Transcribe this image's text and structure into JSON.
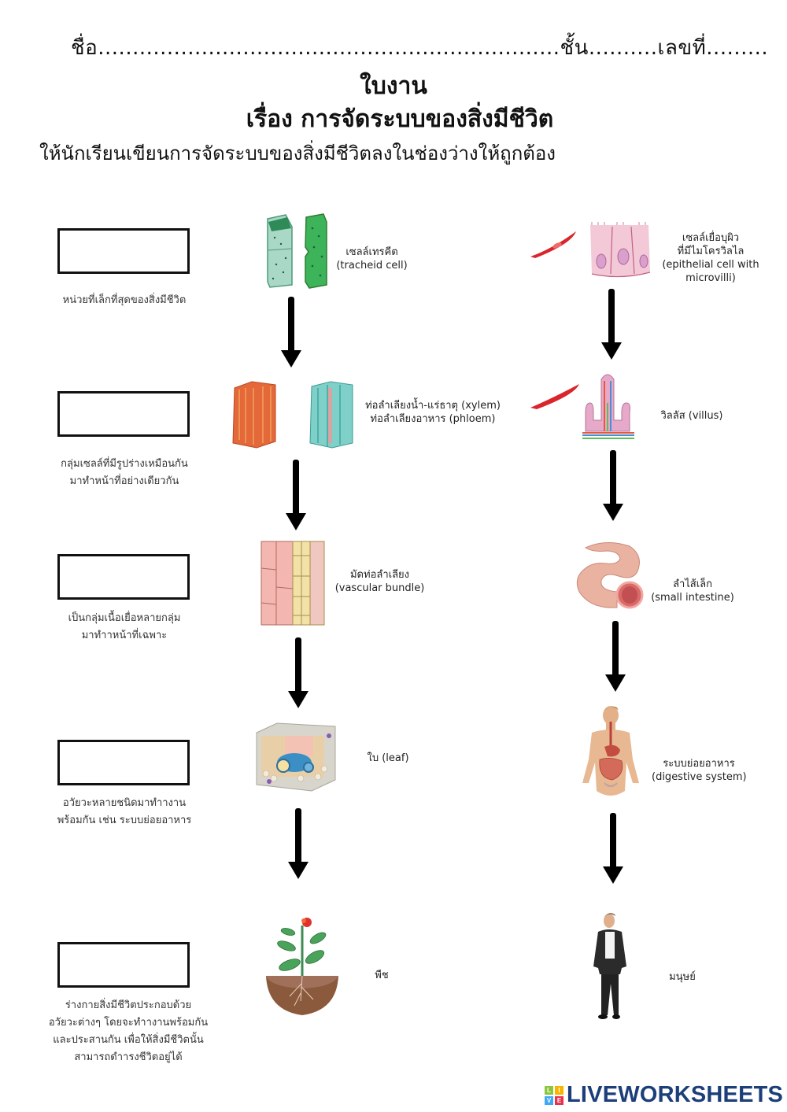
{
  "header": {
    "name_line": "ชื่อ...................................................................ชั้น..........เลขที่.........",
    "title": "ใบงาน",
    "subtitle": "เรื่อง การจัดระบบของสิ่งมีชีวิต",
    "instruction": "ให้นักเรียนเขียนการจัดระบบของสิ่งมีชีวิตลงในช่องว่างให้ถูกต้อง"
  },
  "levels": [
    {
      "answer_value": "",
      "description": [
        "หน่วยที่เล็กที่สุดของสิ่งมีชีวิต"
      ],
      "plant": {
        "label_th": "เซลล์เทรคีต",
        "label_en": "(tracheid cell)",
        "image": "tracheid-cell-image"
      },
      "human": {
        "label_lines": [
          "เซลล์เยื่อบุผิว",
          "ที่มีไมโครวิลไล",
          "(epithelial cell with",
          "microvilli)"
        ],
        "image": "epithelial-cell-image"
      }
    },
    {
      "answer_value": "",
      "description": [
        "กลุ่มเซลล์ที่มีรูปร่างเหมือนกัน",
        "มาทำหน้าที่อย่างเดียวกัน"
      ],
      "plant": {
        "label_lines": [
          "ท่อลำเลียงน้ำ-แร่ธาตุ (xylem)",
          "ท่อลำเลียงอาหาร (phloem)"
        ],
        "image": "xylem-phloem-image"
      },
      "human": {
        "label_lines": [
          "วิลลัส (villus)"
        ],
        "image": "villus-image"
      }
    },
    {
      "answer_value": "",
      "description": [
        "เป็นกลุ่มเนื้อเยื่อหลายกลุ่ม",
        "มาทำาหน้าที่เฉพาะ"
      ],
      "plant": {
        "label_lines": [
          "มัดท่อลำเลียง",
          "(vascular bundle)"
        ],
        "image": "vascular-bundle-image"
      },
      "human": {
        "label_lines": [
          "ลำไส้เล็ก",
          "(small intestine)"
        ],
        "image": "small-intestine-image"
      }
    },
    {
      "answer_value": "",
      "description": [
        "อวัยวะหลายชนิดมาทำางาน",
        "พร้อมกัน เช่น ระบบย่อยอาหาร"
      ],
      "plant": {
        "label_lines": [
          "ใบ (leaf)"
        ],
        "image": "leaf-image"
      },
      "human": {
        "label_lines": [
          "ระบบย่อยอาหาร",
          "(digestive system)"
        ],
        "image": "digestive-system-image"
      }
    },
    {
      "answer_value": "",
      "description": [
        "ร่างกายสิ่งมีชีวิตประกอบด้วย",
        "อวัยวะต่างๆ โดยจะทำางานพร้อมกัน",
        "และประสานกัน เพื่อให้สิ่งมีชีวิตนั้น",
        "สามารถดำารงชีวิตอยู่ได้"
      ],
      "plant": {
        "label_lines": [
          "พืช"
        ],
        "image": "plant-image"
      },
      "human": {
        "label_lines": [
          "มนุษย์"
        ],
        "image": "human-image"
      }
    }
  ],
  "logo": {
    "text": "LIVEWORKSHEETS",
    "tiles": [
      "L",
      "I",
      "V",
      "E"
    ],
    "tile_colors": [
      "#8cc63f",
      "#f7b500",
      "#3fa9f5",
      "#e8304f"
    ],
    "text_color": "#1c3f7a"
  }
}
